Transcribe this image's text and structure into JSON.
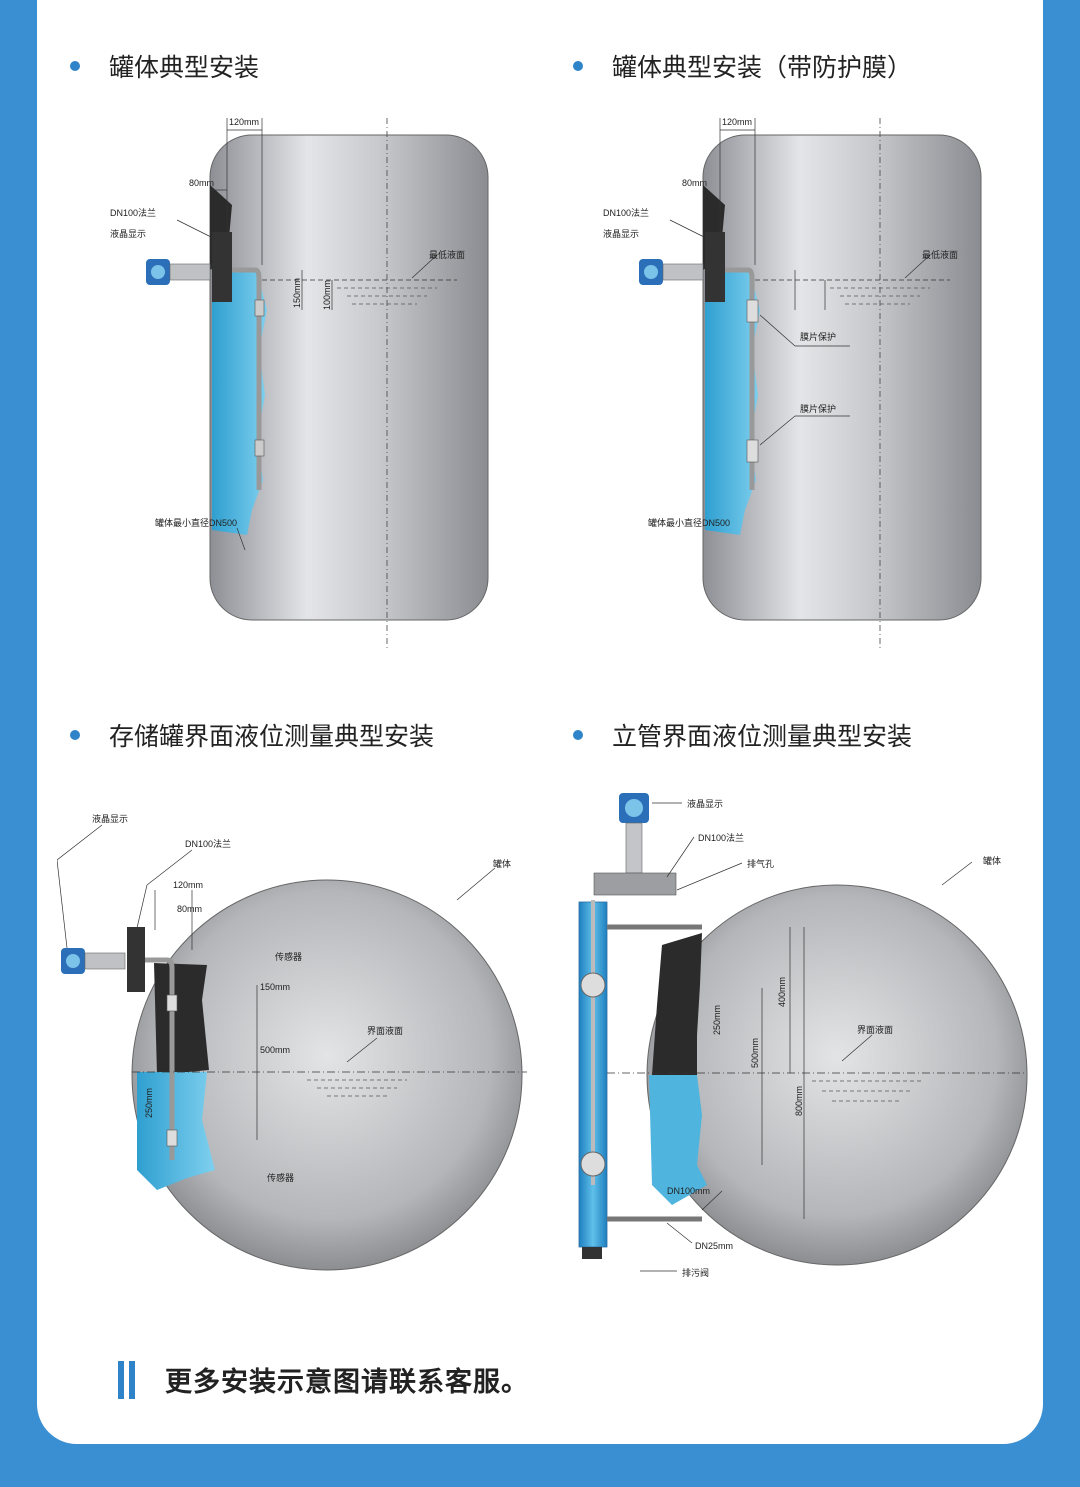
{
  "sections": {
    "s1": {
      "title": "罐体典型安装",
      "labels": {
        "dim_120": "120mm",
        "dim_80": "80mm",
        "flange": "DN100法兰",
        "lcd": "液晶显示",
        "min_level": "最低液面",
        "dim_150": "150mm",
        "dim_100": "100mm",
        "min_diameter": "罐体最小直径DN500"
      }
    },
    "s2": {
      "title": "罐体典型安装（带防护膜）",
      "labels": {
        "dim_120": "120mm",
        "dim_80": "80mm",
        "flange": "DN100法兰",
        "lcd": "液晶显示",
        "min_level": "最低液面",
        "membrane1": "膜片保护",
        "membrane2": "膜片保护",
        "min_diameter": "罐体最小直径DN500"
      }
    },
    "s3": {
      "title": "存储罐界面液位测量典型安装",
      "labels": {
        "lcd": "液晶显示",
        "flange": "DN100法兰",
        "dim_120": "120mm",
        "dim_80": "80mm",
        "tank": "罐体",
        "sensor1": "传感器",
        "dim_150": "150mm",
        "interface": "界面液面",
        "dim_500": "500mm",
        "dim_250": "250mm",
        "sensor2": "传感器"
      }
    },
    "s4": {
      "title": "立管界面液位测量典型安装",
      "labels": {
        "lcd": "液晶显示",
        "flange": "DN100法兰",
        "vent": "排气孔",
        "tank": "罐体",
        "dim_400": "400mm",
        "dim_250": "250mm",
        "interface": "界面液面",
        "dim_500": "500mm",
        "dim_800": "800mm",
        "dn100": "DN100mm",
        "dn25": "DN25mm",
        "drain": "排污阀"
      }
    }
  },
  "footer": {
    "text": "更多安装示意图请联系客服。"
  },
  "colors": {
    "background": "#3a8fd3",
    "accent": "#2f83c8",
    "liquid": "#4fb4de",
    "dark_medium": "#2b2b2b"
  }
}
